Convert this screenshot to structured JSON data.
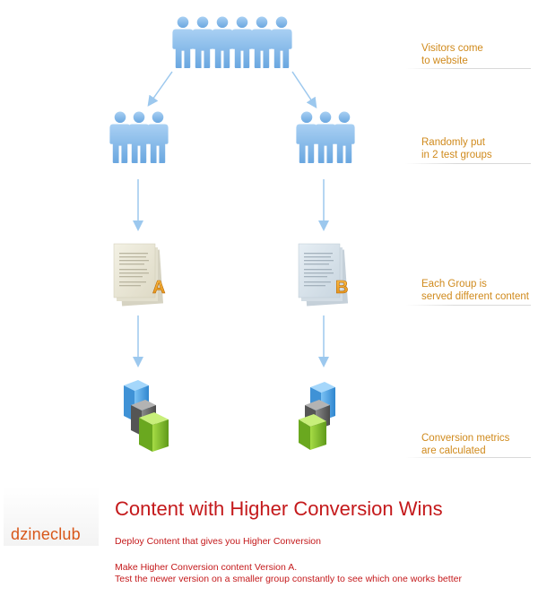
{
  "steps": [
    {
      "line1": "Visitors come",
      "line2": "to website"
    },
    {
      "line1": "Randomly put",
      "line2": "in 2 test groups"
    },
    {
      "line1": "Each Group is",
      "line2": "served different content"
    },
    {
      "line1": "Conversion metrics",
      "line2": "are calculated"
    }
  ],
  "variants": {
    "a": "A",
    "b": "B"
  },
  "footer": {
    "logo_text": "dzineclub",
    "headline": "Content with Higher Conversion Wins",
    "line1": "Deploy Content that gives you Higher Conversion",
    "line2": "Make Higher Conversion content Version A.",
    "line3": "Test the newer version on a smaller group  constantly to see which one works better"
  },
  "colors": {
    "person": "#7fb6e8",
    "arrow": "#9cc8ee",
    "label": "#d08a1c",
    "accent": "#c4191b",
    "logo": "#d8571a",
    "cube_blue": "#4aa0e0",
    "cube_gray": "#6a6a6a",
    "cube_green": "#7ab82a",
    "doc_a": "#e9e6d6",
    "doc_b": "#d9e3ea",
    "badge": "#f0a030"
  }
}
